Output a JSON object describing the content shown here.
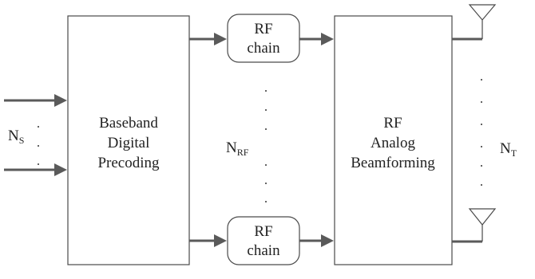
{
  "baseband": {
    "line1": "Baseband",
    "line2": "Digital",
    "line3": "Precoding"
  },
  "rf_analog": {
    "line1": "RF",
    "line2": "Analog",
    "line3": "Beamforming"
  },
  "rf_chain": {
    "line1": "RF",
    "line2": "chain"
  },
  "labels": {
    "ns_main": "N",
    "ns_sub": "S",
    "nrf_main": "N",
    "nrf_sub": "RF",
    "nt_main": "N",
    "nt_sub": "T"
  },
  "colors": {
    "stroke": "#4a4a4a",
    "arrow": "#5a5a5a",
    "background": "#ffffff"
  },
  "icons": {
    "antenna": "antenna-icon",
    "arrow": "arrow-right-icon"
  }
}
